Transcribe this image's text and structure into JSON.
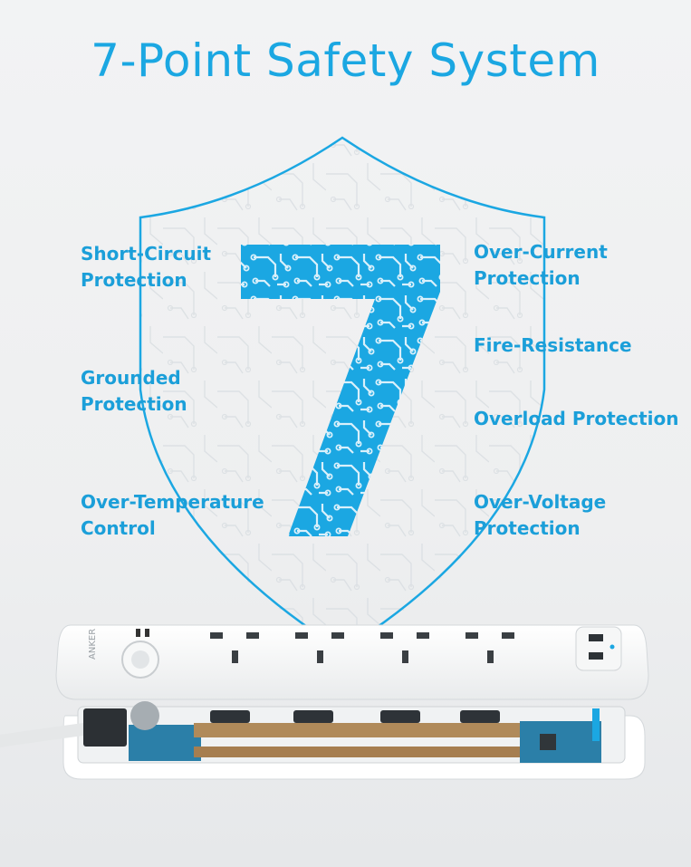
{
  "title": "7-Point Safety System",
  "accent_color": "#1ba7e2",
  "big_number": "7",
  "brand": "ANKER",
  "left_features": [
    {
      "line1": "Short-Circuit",
      "line2": "Protection"
    },
    {
      "line1": "Grounded",
      "line2": "Protection"
    },
    {
      "line1": "Over-Temperature",
      "line2": "Control"
    }
  ],
  "right_features": [
    {
      "line1": "Over-Current",
      "line2": "Protection"
    },
    {
      "line1": "Fire-Resistance",
      "line2": ""
    },
    {
      "line1": "Overload Protection",
      "line2": ""
    },
    {
      "line1": "Over-Voltage",
      "line2": "Protection"
    }
  ]
}
